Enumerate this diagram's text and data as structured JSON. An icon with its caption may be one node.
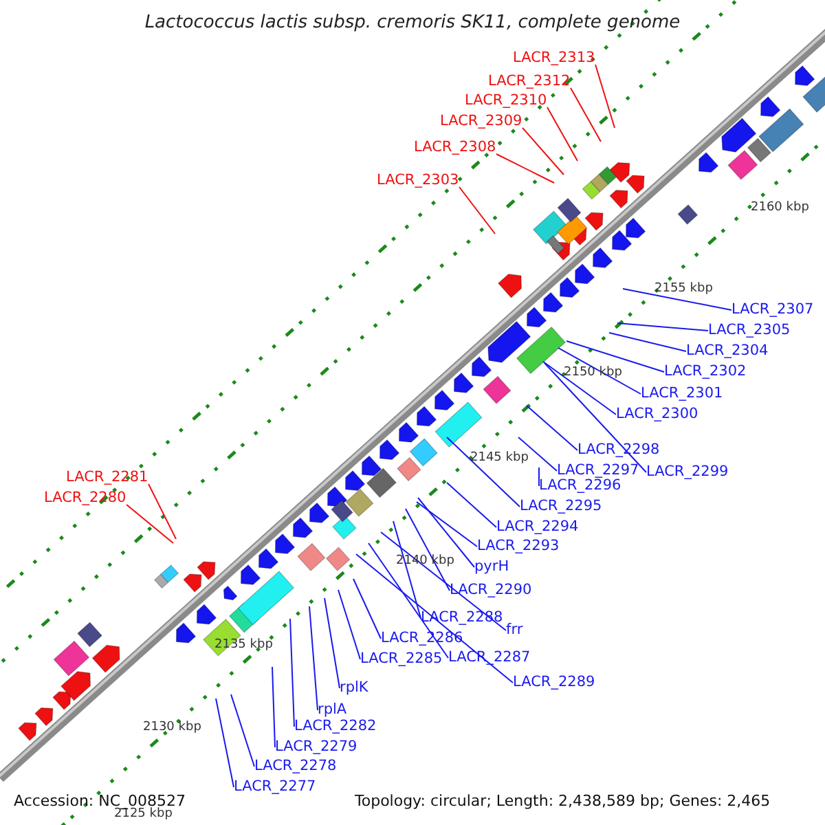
{
  "diagram": {
    "title": "Lactococcus lactis subsp. cremoris SK11, complete genome",
    "nodes": [
      {
        "text": [
          "LACR_2313"
        ]
      },
      {
        "text": [
          "LACR_2312"
        ]
      },
      {
        "text": [
          "LACR_2310"
        ]
      },
      {
        "text": [
          "LACR_2309"
        ]
      },
      {
        "text": [
          "LACR_2308"
        ]
      },
      {
        "text": [
          "LACR_2303"
        ]
      },
      {
        "text": [
          "LACR_2307"
        ]
      },
      {
        "text": [
          "LACR_2305"
        ]
      },
      {
        "text": [
          "LACR_2304"
        ]
      },
      {
        "text": [
          "LACR_2302"
        ]
      },
      {
        "text": [
          "LACR_2301"
        ]
      },
      {
        "text": [
          "LACR_2300"
        ]
      },
      {
        "text": [
          "LACR_2298"
        ]
      },
      {
        "text": [
          "LACR_2297"
        ]
      },
      {
        "text": [
          "LACR_2299"
        ]
      },
      {
        "text": [
          "LACR_2296"
        ]
      },
      {
        "text": [
          "LACR_2295"
        ]
      },
      {
        "text": [
          "LACR_2294"
        ]
      },
      {
        "text": [
          "LACR_2281"
        ]
      },
      {
        "text": [
          "LACR_2293"
        ]
      },
      {
        "text": [
          "LACR_2280"
        ]
      },
      {
        "text": [
          "pyrH"
        ]
      },
      {
        "text": [
          "LACR_2290"
        ]
      },
      {
        "text": [
          "LACR_2288"
        ]
      },
      {
        "text": [
          "frr"
        ]
      },
      {
        "text": [
          "LACR_2286"
        ]
      },
      {
        "text": [
          "LACR_2287"
        ]
      },
      {
        "text": [
          "LACR_2285"
        ]
      },
      {
        "text": [
          "LACR_2289"
        ]
      },
      {
        "text": [
          "rplK"
        ]
      },
      {
        "text": [
          "rplA"
        ]
      },
      {
        "text": [
          "LACR_2282"
        ]
      },
      {
        "text": [
          "LACR_2279"
        ]
      },
      {
        "text": [
          "LACR_2278"
        ]
      },
      {
        "text": [
          "LACR_2277"
        ]
      }
    ],
    "edges": [
      {
        "from": 0,
        "to": null,
        "arrow": "none",
        "color": "#ee1111"
      },
      {
        "from": 1,
        "to": null,
        "arrow": "none",
        "color": "#ee1111"
      },
      {
        "from": 2,
        "to": null,
        "arrow": "none",
        "color": "#ee1111"
      },
      {
        "from": 3,
        "to": null,
        "arrow": "none",
        "color": "#ee1111"
      },
      {
        "from": 4,
        "to": null,
        "arrow": "none",
        "color": "#ee1111"
      },
      {
        "from": 5,
        "to": null,
        "arrow": "none",
        "color": "#ee1111"
      },
      {
        "from": 6,
        "to": null,
        "arrow": "none"
      },
      {
        "from": 7,
        "to": null,
        "arrow": "none"
      },
      {
        "from": 8,
        "to": null,
        "arrow": "none"
      },
      {
        "from": 9,
        "to": null,
        "arrow": "none"
      },
      {
        "from": 10,
        "to": null,
        "arrow": "none"
      },
      {
        "from": 11,
        "to": null,
        "arrow": "none"
      },
      {
        "from": 12,
        "to": null,
        "arrow": "none"
      },
      {
        "from": 13,
        "to": null,
        "arrow": "none"
      },
      {
        "from": 14,
        "to": null,
        "arrow": "none"
      },
      {
        "from": 15,
        "to": null,
        "arrow": "none"
      },
      {
        "from": 16,
        "to": null,
        "arrow": "none"
      },
      {
        "from": 17,
        "to": null,
        "arrow": "none"
      },
      {
        "from": 18,
        "to": null,
        "arrow": "none",
        "color": "#ee1111"
      },
      {
        "from": 19,
        "to": null,
        "arrow": "none"
      },
      {
        "from": 20,
        "to": null,
        "arrow": "none",
        "color": "#ee1111"
      },
      {
        "from": 21,
        "to": null,
        "arrow": "none"
      },
      {
        "from": 22,
        "to": null,
        "arrow": "none"
      },
      {
        "from": 23,
        "to": null,
        "arrow": "none"
      },
      {
        "from": 24,
        "to": null,
        "arrow": "none"
      },
      {
        "from": 25,
        "to": null,
        "arrow": "none"
      },
      {
        "from": 26,
        "to": null,
        "arrow": "none"
      },
      {
        "from": 27,
        "to": null,
        "arrow": "none"
      },
      {
        "from": 28,
        "to": null,
        "arrow": "none"
      },
      {
        "from": 29,
        "to": null,
        "arrow": "none"
      },
      {
        "from": 30,
        "to": null,
        "arrow": "none"
      },
      {
        "from": 31,
        "to": null,
        "arrow": "none"
      },
      {
        "from": 32,
        "to": null,
        "arrow": "none"
      },
      {
        "from": 33,
        "to": null,
        "arrow": "none"
      },
      {
        "from": 34,
        "to": null,
        "arrow": "none"
      }
    ],
    "labels": [
      "2160 kbp",
      "2155 kbp",
      "2150 kbp",
      "2145 kbp",
      "2140 kbp",
      "2135 kbp",
      "2130 kbp",
      "2125 kbp",
      "Accession: NC_008527",
      "Topology: circular; Length: 2,438,589 bp; Genes: 2,465"
    ]
  }
}
